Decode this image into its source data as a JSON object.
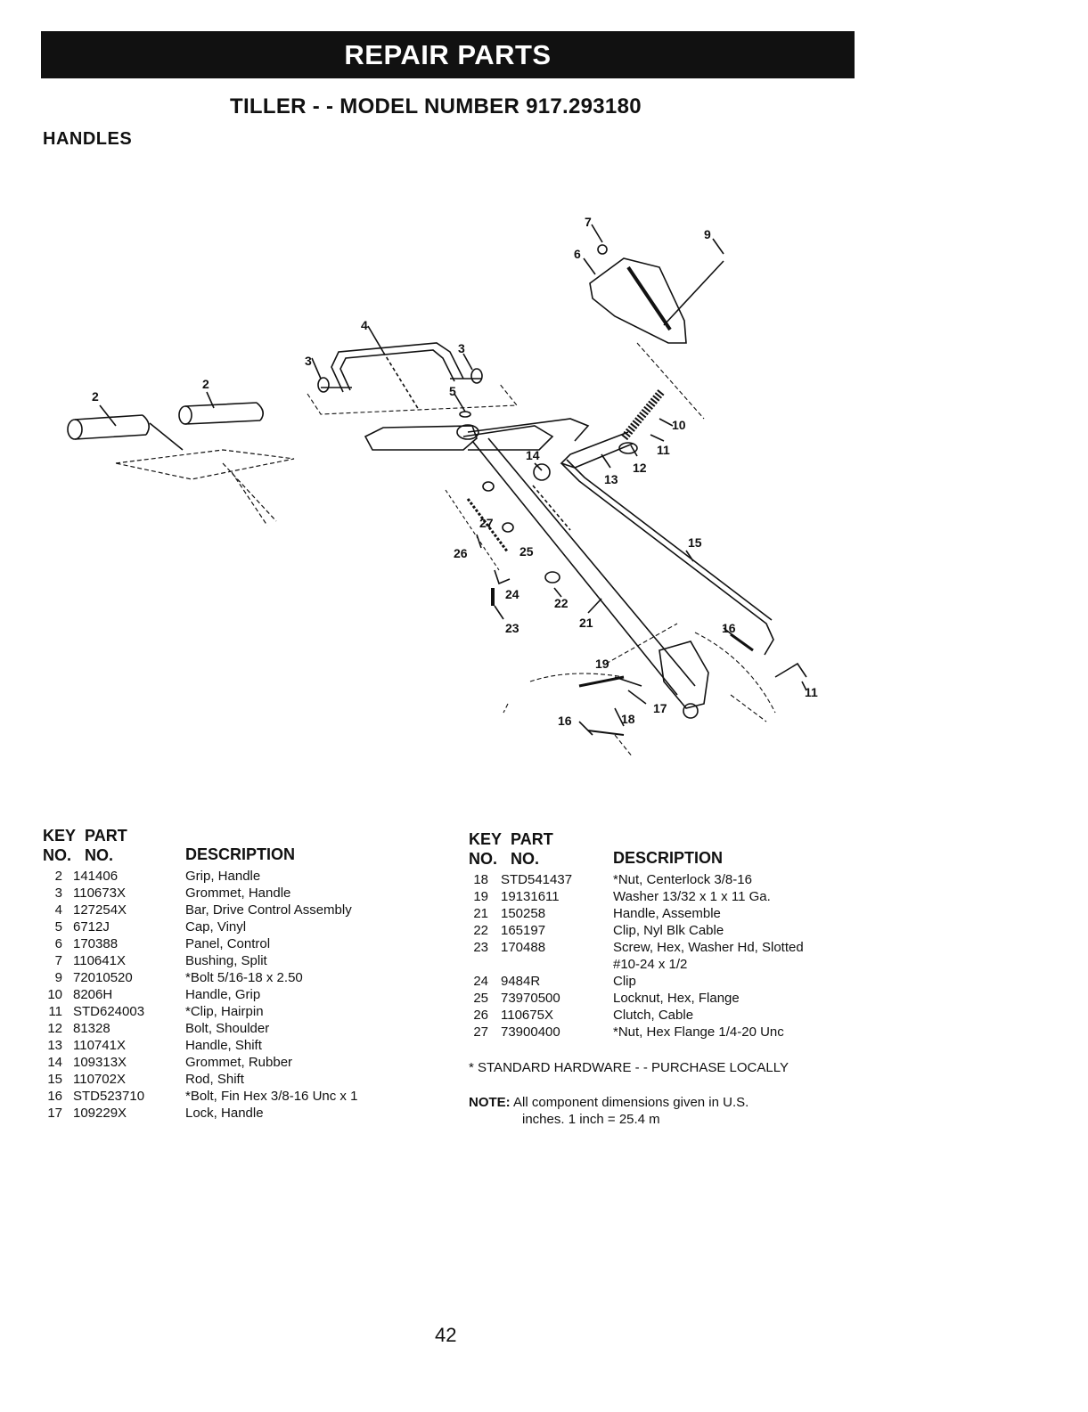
{
  "banner": "REPAIR PARTS",
  "model_title": "TILLER - - MODEL NUMBER 917.293180",
  "section_title": "HANDLES",
  "callouts": [
    "2",
    "2",
    "3",
    "3",
    "4",
    "5",
    "6",
    "7",
    "9",
    "10",
    "11",
    "12",
    "13",
    "14",
    "15",
    "16",
    "17",
    "18",
    "19",
    "21",
    "22",
    "23",
    "24",
    "25",
    "26",
    "27",
    "16",
    "11"
  ],
  "table_header": {
    "key": "KEY",
    "part": "PART",
    "no": "NO.",
    "no2": "NO.",
    "description": "DESCRIPTION"
  },
  "left_parts": [
    {
      "key": "2",
      "part": "141406",
      "desc": "Grip, Handle"
    },
    {
      "key": "3",
      "part": "110673X",
      "desc": "Grommet, Handle"
    },
    {
      "key": "4",
      "part": "127254X",
      "desc": "Bar, Drive Control Assembly"
    },
    {
      "key": "5",
      "part": "6712J",
      "desc": "Cap, Vinyl"
    },
    {
      "key": "6",
      "part": "170388",
      "desc": "Panel, Control"
    },
    {
      "key": "7",
      "part": "110641X",
      "desc": "Bushing, Split"
    },
    {
      "key": "9",
      "part": "72010520",
      "desc": "*Bolt 5/16-18 x 2.50"
    },
    {
      "key": "10",
      "part": "8206H",
      "desc": "Handle, Grip"
    },
    {
      "key": "11",
      "part": "STD624003",
      "desc": "*Clip, Hairpin"
    },
    {
      "key": "12",
      "part": "81328",
      "desc": "Bolt, Shoulder"
    },
    {
      "key": "13",
      "part": "110741X",
      "desc": "Handle, Shift"
    },
    {
      "key": "14",
      "part": "109313X",
      "desc": "Grommet, Rubber"
    },
    {
      "key": "15",
      "part": "110702X",
      "desc": "Rod, Shift"
    },
    {
      "key": "16",
      "part": "STD523710",
      "desc": "*Bolt, Fin Hex 3/8-16 Unc x 1"
    },
    {
      "key": "17",
      "part": "109229X",
      "desc": "Lock, Handle"
    }
  ],
  "right_parts": [
    {
      "key": "18",
      "part": "STD541437",
      "desc": "*Nut, Centerlock  3/8-16"
    },
    {
      "key": "19",
      "part": "19131611",
      "desc": "Washer 13/32 x 1 x 11 Ga."
    },
    {
      "key": "21",
      "part": "150258",
      "desc": "Handle, Assemble"
    },
    {
      "key": "22",
      "part": "165197",
      "desc": "Clip, Nyl Blk Cable"
    },
    {
      "key": "23",
      "part": "170488",
      "desc": "Screw, Hex, Washer Hd, Slotted"
    },
    {
      "key": "",
      "part": "",
      "desc": "#10-24 x 1/2"
    },
    {
      "key": "24",
      "part": "9484R",
      "desc": "Clip"
    },
    {
      "key": "25",
      "part": "73970500",
      "desc": "Locknut, Hex, Flange"
    },
    {
      "key": "26",
      "part": "110675X",
      "desc": "Clutch, Cable"
    },
    {
      "key": "27",
      "part": "73900400",
      "desc": "*Nut, Hex Flange  1/4-20 Unc"
    }
  ],
  "standard_hardware_note": "* STANDARD HARDWARE - - PURCHASE LOCALLY",
  "note": {
    "label": "NOTE:",
    "line1": "All component dimensions given in U.S.",
    "line2": "inches. 1 inch = 25.4 m"
  },
  "page_number": "42"
}
